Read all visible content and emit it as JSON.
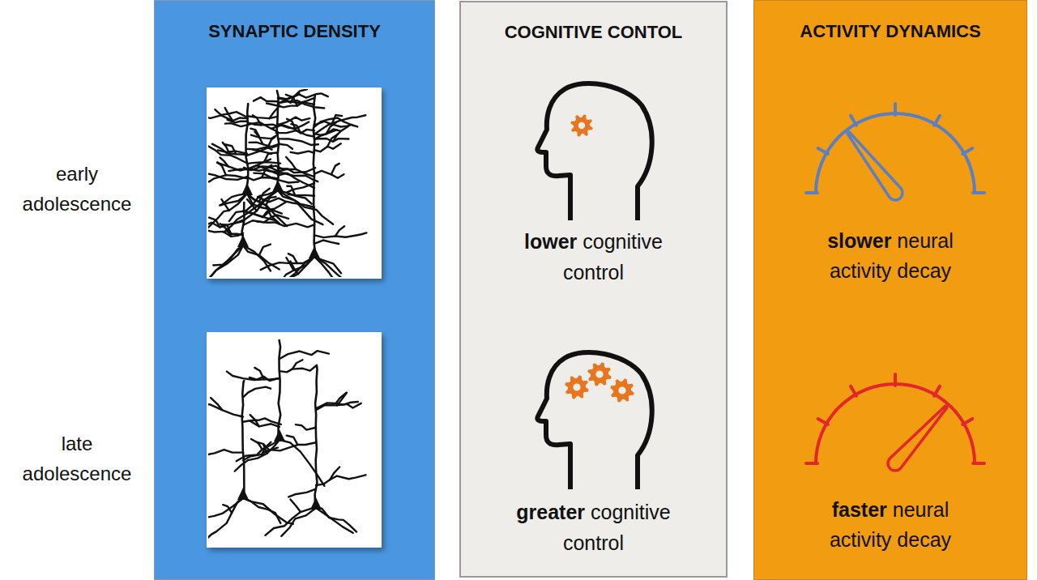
{
  "diagram": {
    "nodes": [
      {
        "text": [
          "SYNAPTIC DENSITY"
        ]
      },
      {
        "text": [
          "COGNITIVE CONTOL",
          "lower cognitive control",
          "greater cognitive control"
        ]
      },
      {
        "text": [
          "ACTIVITY DYNAMICS",
          "slower neural activity decay",
          "faster neural activity decay"
        ]
      }
    ],
    "labels": [
      "early adolescence",
      "late adolescence"
    ]
  }
}
